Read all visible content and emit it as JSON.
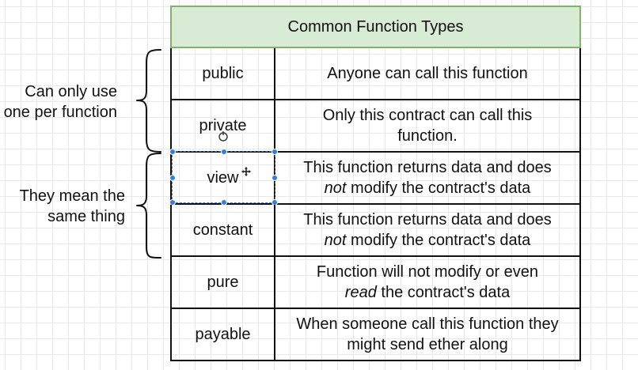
{
  "annotations": {
    "group1": {
      "line1": "Can only use",
      "line2": "one per function"
    },
    "group2": {
      "line1": "They mean the",
      "line2": "same thing"
    }
  },
  "table": {
    "title": "Common Function Types",
    "rows": [
      {
        "name": "public",
        "desc": [
          "Anyone can call this function"
        ]
      },
      {
        "name": "private",
        "desc": [
          "Only this contract can call this",
          "function."
        ]
      },
      {
        "name": "view",
        "desc_pre": "This function returns data and does",
        "desc_em": "not",
        "desc_post": " modify the contract's data"
      },
      {
        "name": "constant",
        "desc_pre": "This function returns data and does",
        "desc_em": "not",
        "desc_post": " modify the contract's data"
      },
      {
        "name": "pure",
        "desc_pre": "Function will not modify or even",
        "desc_em": "read",
        "desc_post": " the contract's data"
      },
      {
        "name": "payable",
        "desc": [
          "When someone call this function they",
          "might send ether along"
        ]
      }
    ]
  },
  "colors": {
    "header_fill": "#d7ebd5",
    "header_border": "#82b366",
    "selection": "#2f7fe0"
  },
  "icons": {
    "cursor_hand": "hand-cursor-icon",
    "move_cursor": "move-cursor-icon"
  }
}
